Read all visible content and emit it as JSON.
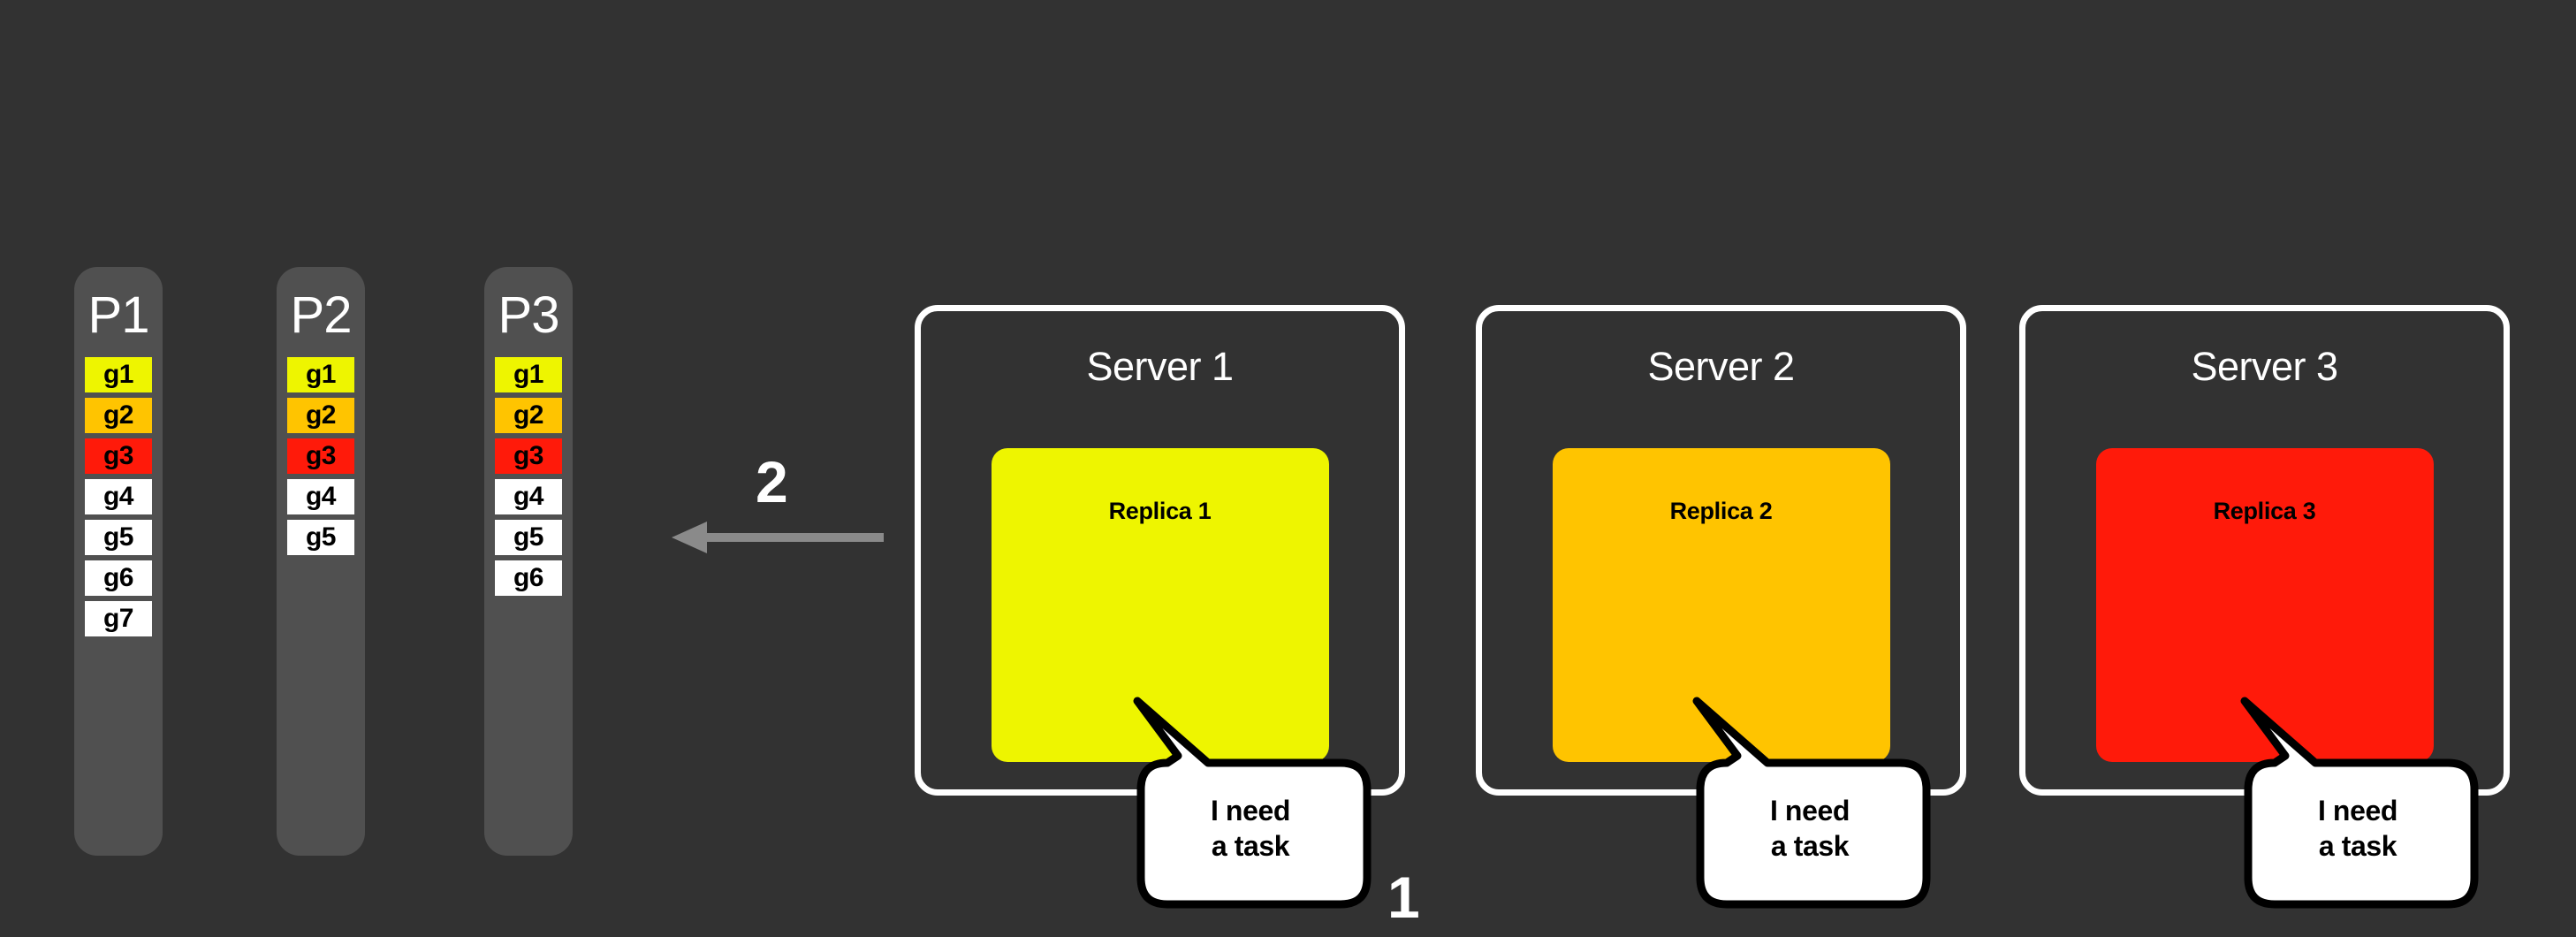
{
  "canvas": {
    "background_color": "#323232"
  },
  "palette": {
    "yellow": "#EEF500",
    "orange": "#FFC400",
    "red": "#FF1A0A",
    "white": "#FFFFFF",
    "column": "#505050",
    "arrow": "#8A8A8A",
    "background": "#323232"
  },
  "partitions": [
    {
      "title": "P1",
      "cells": [
        {
          "label": "g1",
          "color": "#EEF500"
        },
        {
          "label": "g2",
          "color": "#FFC400"
        },
        {
          "label": "g3",
          "color": "#FF1A0A"
        },
        {
          "label": "g4",
          "color": "#FFFFFF"
        },
        {
          "label": "g5",
          "color": "#FFFFFF"
        },
        {
          "label": "g6",
          "color": "#FFFFFF"
        },
        {
          "label": "g7",
          "color": "#FFFFFF"
        }
      ]
    },
    {
      "title": "P2",
      "cells": [
        {
          "label": "g1",
          "color": "#EEF500"
        },
        {
          "label": "g2",
          "color": "#FFC400"
        },
        {
          "label": "g3",
          "color": "#FF1A0A"
        },
        {
          "label": "g4",
          "color": "#FFFFFF"
        },
        {
          "label": "g5",
          "color": "#FFFFFF"
        }
      ]
    },
    {
      "title": "P3",
      "cells": [
        {
          "label": "g1",
          "color": "#EEF500"
        },
        {
          "label": "g2",
          "color": "#FFC400"
        },
        {
          "label": "g3",
          "color": "#FF1A0A"
        },
        {
          "label": "g4",
          "color": "#FFFFFF"
        },
        {
          "label": "g5",
          "color": "#FFFFFF"
        },
        {
          "label": "g6",
          "color": "#FFFFFF"
        }
      ]
    }
  ],
  "flow": {
    "step_two_label": "2",
    "step_one_label": "1",
    "arrow_direction": "left"
  },
  "servers": [
    {
      "title": "Server 1",
      "replica_label": "Replica 1",
      "replica_color": "#EEF500",
      "bubble": {
        "line1": "I need",
        "line2": "a task"
      }
    },
    {
      "title": "Server 2",
      "replica_label": "Replica 2",
      "replica_color": "#FFC400",
      "bubble": {
        "line1": "I need",
        "line2": "a task"
      }
    },
    {
      "title": "Server 3",
      "replica_label": "Replica 3",
      "replica_color": "#FF1A0A",
      "bubble": {
        "line1": "I need",
        "line2": "a task"
      }
    }
  ]
}
